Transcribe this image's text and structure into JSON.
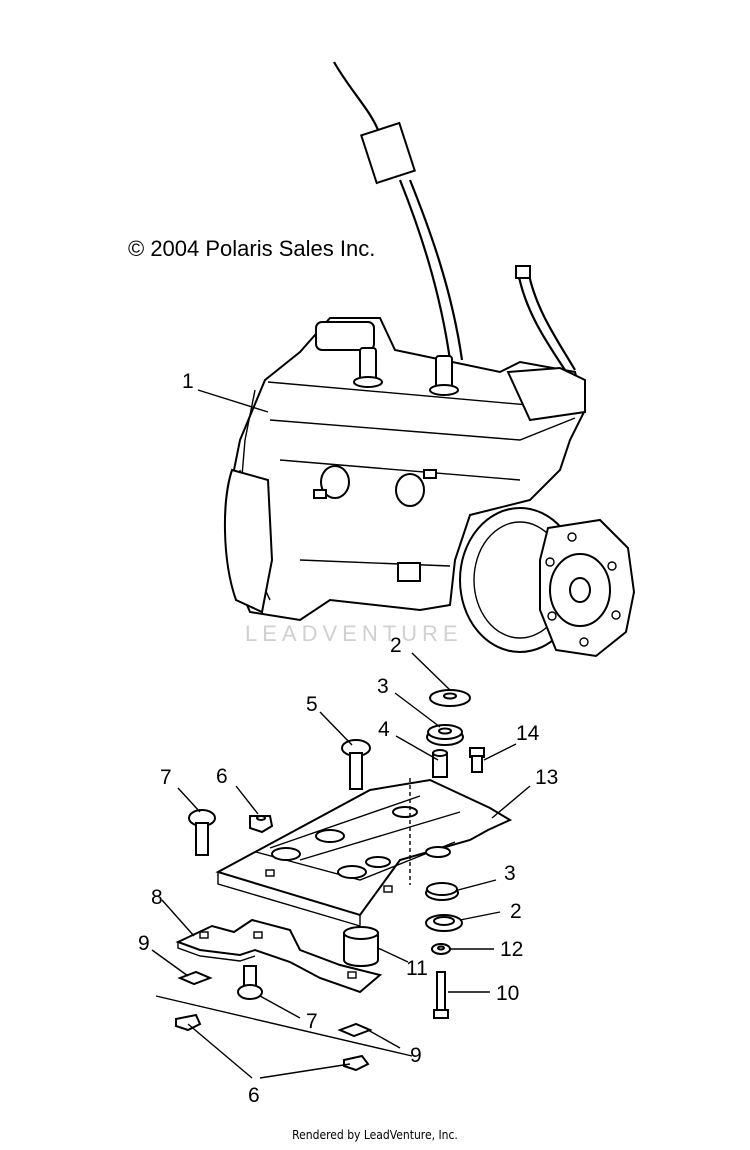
{
  "copyright": "© 2004 Polaris Sales Inc.",
  "watermark": "LEADVENTURE",
  "footer": "Rendered by LeadVenture, Inc.",
  "callouts": [
    {
      "id": "c1",
      "label": "1"
    },
    {
      "id": "c2a",
      "label": "2"
    },
    {
      "id": "c3a",
      "label": "3"
    },
    {
      "id": "c4",
      "label": "4"
    },
    {
      "id": "c5",
      "label": "5"
    },
    {
      "id": "c14",
      "label": "14"
    },
    {
      "id": "c7a",
      "label": "7"
    },
    {
      "id": "c6a",
      "label": "6"
    },
    {
      "id": "c13",
      "label": "13"
    },
    {
      "id": "c3b",
      "label": "3"
    },
    {
      "id": "c8",
      "label": "8"
    },
    {
      "id": "c2b",
      "label": "2"
    },
    {
      "id": "c9a",
      "label": "9"
    },
    {
      "id": "c12",
      "label": "12"
    },
    {
      "id": "c11",
      "label": "11"
    },
    {
      "id": "c10",
      "label": "10"
    },
    {
      "id": "c7b",
      "label": "7"
    },
    {
      "id": "c9b",
      "label": "9"
    },
    {
      "id": "c6b",
      "label": "6"
    }
  ]
}
